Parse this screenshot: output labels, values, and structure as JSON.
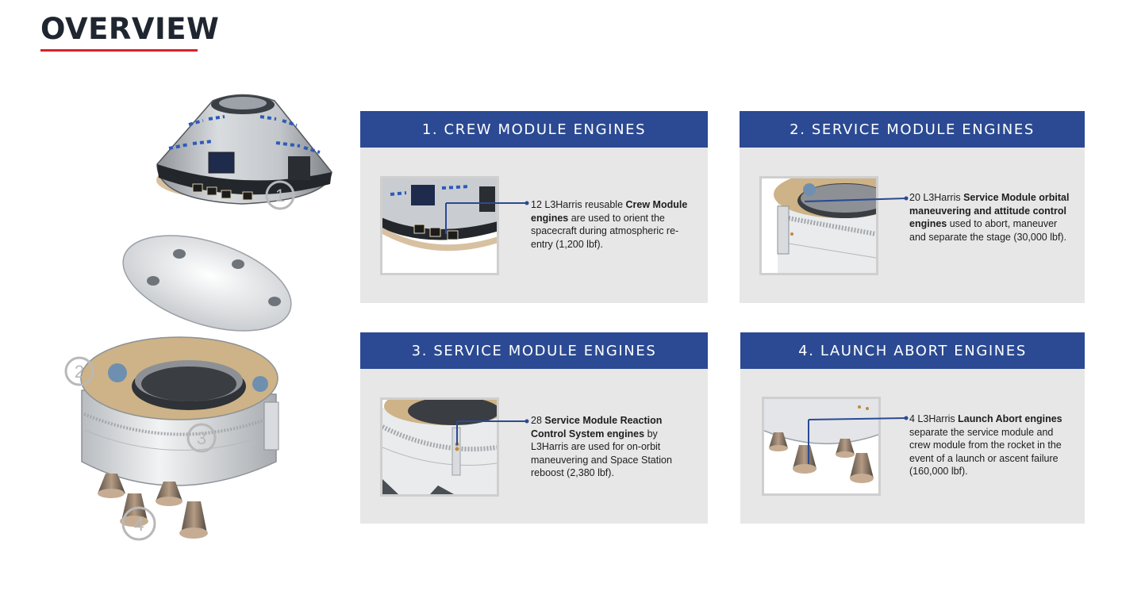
{
  "page": {
    "title": "OVERVIEW"
  },
  "callout_numbers": [
    "1",
    "2",
    "3",
    "4"
  ],
  "cards": [
    {
      "title": "1. CREW MODULE ENGINES",
      "desc_pre": "12 L3Harris reusable ",
      "desc_bold": "Crew Module engines",
      "desc_post": " are used to orient the spacecraft during atmospheric re-entry (1,200 lbf)."
    },
    {
      "title": "2. SERVICE MODULE ENGINES",
      "desc_pre": "20 L3Harris ",
      "desc_bold": "Service Module orbital maneuvering and attitude control engines",
      "desc_post": " used to abort, maneuver and separate the stage (30,000 lbf)."
    },
    {
      "title": "3. SERVICE MODULE ENGINES",
      "desc_pre": "28 ",
      "desc_bold": "Service Module Reaction Control System engines",
      "desc_post": " by L3Harris are used for on-orbit maneuvering and Space Station reboost (2,380 lbf)."
    },
    {
      "title": "4. LAUNCH ABORT ENGINES",
      "desc_pre": "4 L3Harris ",
      "desc_bold": "Launch Abort engines",
      "desc_post": " separate the service module and crew module from the rocket in the event of a launch or ascent failure (160,000 lbf)."
    }
  ],
  "colors": {
    "header_blue": "#2b4a93",
    "card_gray": "#e7e7e7",
    "title_underline_red": "#d6232a",
    "leader_blue": "#2b4a93"
  }
}
